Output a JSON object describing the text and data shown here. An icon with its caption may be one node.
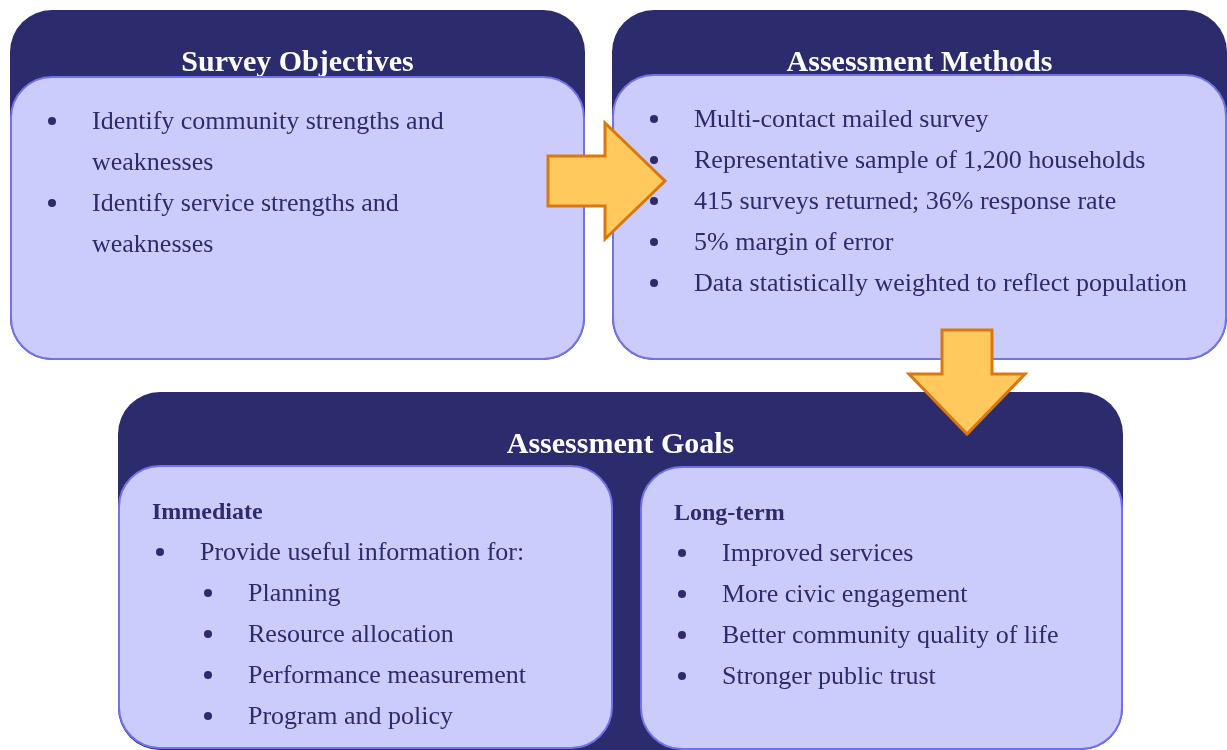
{
  "diagram": {
    "nodes": [
      {
        "text": [
          "Survey Objectives"
        ]
      },
      {
        "text": [
          "Identify community strengths and weaknesses",
          "Identify service strengths and weaknesses"
        ],
        "in": 0
      },
      {
        "text": [
          "Assessment Methods"
        ]
      },
      {
        "text": [
          "Multi-contact mailed survey",
          "Representative sample of 1,200 households",
          "415 surveys returned; 36% response rate",
          "5% margin of error",
          "Data statistically weighted to reflect population"
        ],
        "in": 2
      },
      {
        "text": [
          "Assessment Goals"
        ]
      },
      {
        "text": [
          "Immediate",
          "Provide useful information for:",
          "Planning",
          "Resource allocation",
          "Performance measurement",
          "Program and policy"
        ],
        "in": 4
      },
      {
        "text": [
          "Long-term",
          "Improved services",
          "More civic engagement",
          "Better community quality of life",
          "Stronger public trust"
        ],
        "in": 4
      }
    ],
    "edges": [
      {
        "from": 1,
        "to": 3,
        "arrow": "to"
      },
      {
        "from": 3,
        "to": 4,
        "arrow": "to"
      }
    ]
  }
}
